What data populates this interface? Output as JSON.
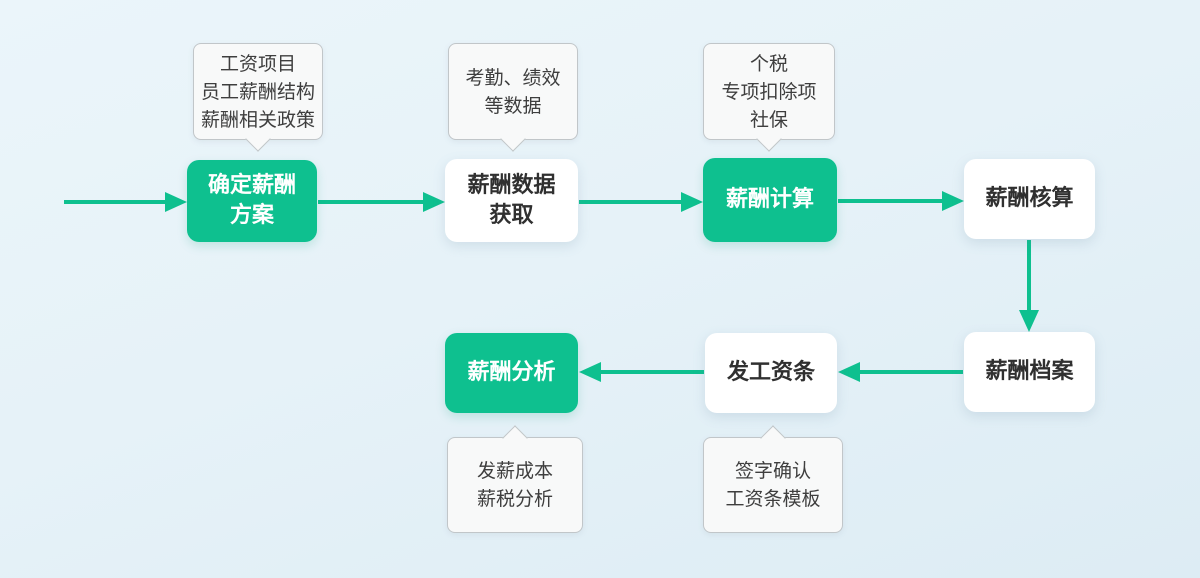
{
  "colors": {
    "accent_green": "#0ec08f",
    "node_white_bg": "#ffffff",
    "callout_bg": "#f8f9f9",
    "callout_border": "#c1c6c9",
    "text_dark": "#303030",
    "background": "#e6f2f8"
  },
  "diagram": {
    "nodes": [
      {
        "id": "define-salary-plan",
        "label": "确定薪酬\n方案",
        "style": "green"
      },
      {
        "id": "salary-data-collection",
        "label": "薪酬数据\n获取",
        "style": "white"
      },
      {
        "id": "salary-calculation",
        "label": "薪酬计算",
        "style": "green"
      },
      {
        "id": "salary-accounting",
        "label": "薪酬核算",
        "style": "white"
      },
      {
        "id": "salary-archive",
        "label": "薪酬档案",
        "style": "white"
      },
      {
        "id": "send-payslip",
        "label": "发工资条",
        "style": "white"
      },
      {
        "id": "salary-analysis",
        "label": "薪酬分析",
        "style": "green"
      }
    ],
    "callouts": [
      {
        "for": "define-salary-plan",
        "position": "above",
        "text": "工资项目\n员工薪酬结构\n薪酬相关政策"
      },
      {
        "for": "salary-data-collection",
        "position": "above",
        "text": "考勤、绩效\n等数据"
      },
      {
        "for": "salary-calculation",
        "position": "above",
        "text": "个税\n专项扣除项\n社保"
      },
      {
        "for": "salary-analysis",
        "position": "below",
        "text": "发薪成本\n薪税分析"
      },
      {
        "for": "send-payslip",
        "position": "below",
        "text": "签字确认\n工资条模板"
      }
    ],
    "edges": [
      {
        "from": "start",
        "to": "define-salary-plan"
      },
      {
        "from": "define-salary-plan",
        "to": "salary-data-collection"
      },
      {
        "from": "salary-data-collection",
        "to": "salary-calculation"
      },
      {
        "from": "salary-calculation",
        "to": "salary-accounting"
      },
      {
        "from": "salary-accounting",
        "to": "salary-archive"
      },
      {
        "from": "salary-archive",
        "to": "send-payslip"
      },
      {
        "from": "send-payslip",
        "to": "salary-analysis"
      }
    ]
  }
}
